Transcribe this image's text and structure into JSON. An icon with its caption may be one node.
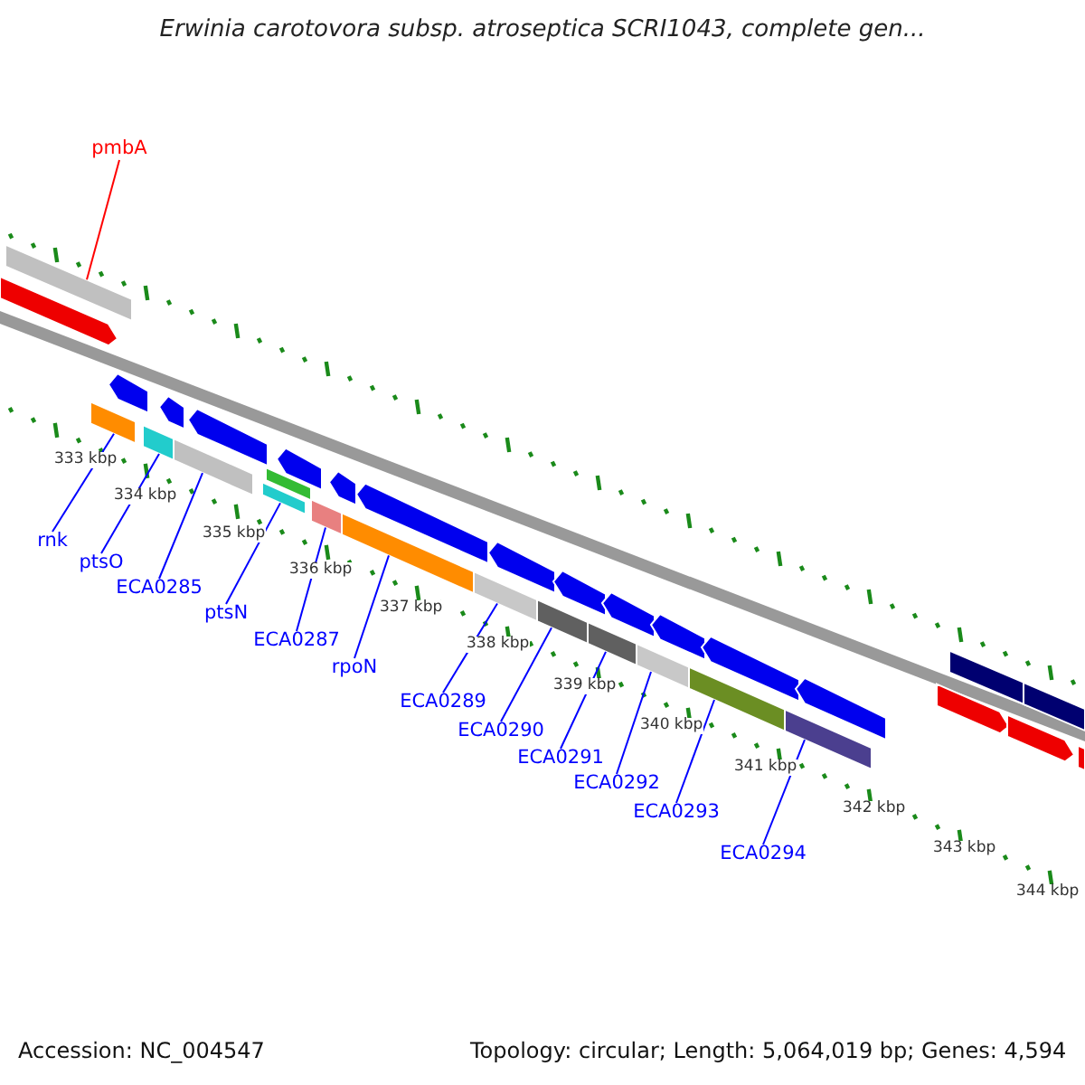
{
  "diagram": {
    "title": "Erwinia carotovora subsp. atroseptica SCRI1043, complete gen...",
    "nodes": [
      {
        "text": [
          "pmbA"
        ]
      },
      {
        "text": [
          "rnk"
        ]
      },
      {
        "text": [
          "ptsO"
        ]
      },
      {
        "text": [
          "ECA0285"
        ]
      },
      {
        "text": [
          "ptsN"
        ]
      },
      {
        "text": [
          "ECA0287"
        ]
      },
      {
        "text": [
          "rpoN"
        ]
      },
      {
        "text": [
          "ECA0289"
        ]
      },
      {
        "text": [
          "ECA0290"
        ]
      },
      {
        "text": [
          "ECA0291"
        ]
      },
      {
        "text": [
          "ECA0292"
        ]
      },
      {
        "text": [
          "ECA0293"
        ]
      },
      {
        "text": [
          "ECA0294"
        ]
      },
      {
        "text": [],
        "shape": "bar"
      },
      {
        "text": [],
        "shape": "bar"
      },
      {
        "text": [],
        "shape": "bar"
      },
      {
        "text": [],
        "shape": "bar"
      },
      {
        "text": [],
        "shape": "bar"
      },
      {
        "text": [],
        "shape": "bar"
      },
      {
        "text": [],
        "shape": "bar"
      },
      {
        "text": [],
        "shape": "bar"
      },
      {
        "text": [],
        "shape": "bar"
      },
      {
        "text": [],
        "shape": "bar"
      },
      {
        "text": [],
        "shape": "bar"
      },
      {
        "text": [],
        "shape": "bar"
      },
      {
        "text": [],
        "shape": "bar"
      },
      {
        "text": [],
        "shape": "bar"
      },
      {
        "text": [],
        "shape": "bar"
      },
      {
        "text": [],
        "shape": "bar"
      },
      {
        "text": [],
        "shape": "bar"
      },
      {
        "text": [],
        "shape": "bar"
      },
      {
        "text": [],
        "shape": "bar"
      },
      {
        "text": [],
        "shape": "bar"
      },
      {
        "text": [],
        "shape": "bar"
      },
      {
        "text": [],
        "shape": "bar"
      },
      {
        "text": [],
        "shape": "bar"
      },
      {
        "text": [],
        "shape": "bar"
      },
      {
        "text": [],
        "shape": "bar"
      },
      {
        "text": [],
        "shape": "bar"
      },
      {
        "text": [],
        "shape": "bar"
      },
      {
        "text": [],
        "shape": "bar"
      },
      {
        "text": [],
        "shape": "bar"
      },
      {
        "text": [],
        "shape": "bar"
      },
      {
        "text": [],
        "shape": "bar"
      },
      {
        "text": [],
        "shape": "bar"
      }
    ],
    "edges": [
      {
        "from": 0,
        "to": 13,
        "arrow": "none",
        "color": "#ff0000"
      },
      {
        "from": 1,
        "to": 14,
        "arrow": "none"
      },
      {
        "from": 2,
        "to": 15,
        "arrow": "none"
      },
      {
        "from": 3,
        "to": 16,
        "arrow": "none"
      },
      {
        "from": 4,
        "to": 17,
        "arrow": "none"
      },
      {
        "from": 5,
        "to": 18,
        "arrow": "none"
      },
      {
        "from": 6,
        "to": 19,
        "arrow": "none"
      },
      {
        "from": 7,
        "to": 20,
        "arrow": "none"
      },
      {
        "from": 8,
        "to": 21,
        "arrow": "none"
      },
      {
        "from": 9,
        "to": 22,
        "arrow": "none"
      },
      {
        "from": 10,
        "to": 23,
        "arrow": "none"
      },
      {
        "from": 11,
        "to": 24,
        "arrow": "none"
      },
      {
        "from": 12,
        "to": 25,
        "arrow": "none"
      }
    ],
    "labels": [
      "333 kbp",
      "334 kbp",
      "335 kbp",
      "336 kbp",
      "337 kbp",
      "338 kbp",
      "339 kbp",
      "340 kbp",
      "341 kbp",
      "342 kbp",
      "343 kbp",
      "344 kbp",
      "Accession: NC_004547",
      "Topology: circular; Length: 5,064,019 bp; Genes: 4,594"
    ]
  }
}
